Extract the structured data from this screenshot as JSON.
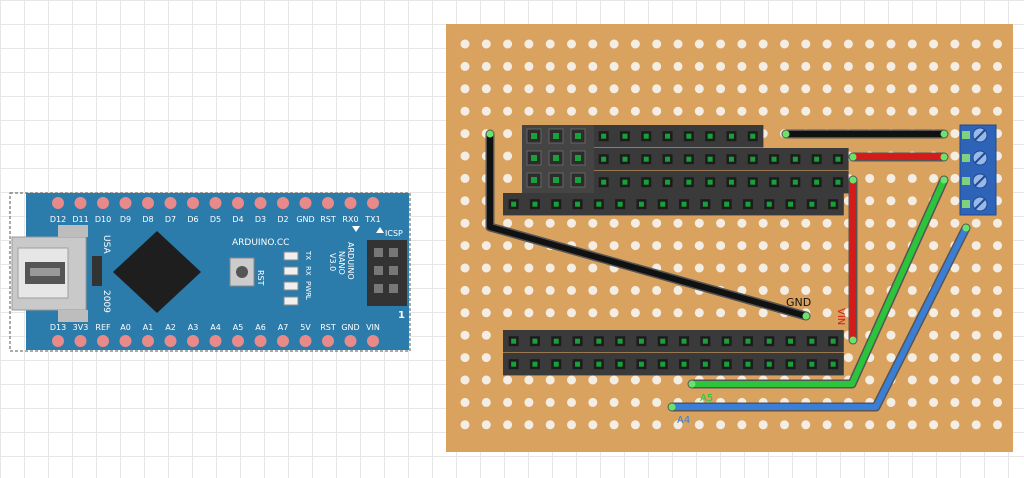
{
  "nano": {
    "top_pins": [
      "D12",
      "D11",
      "D10",
      "D9",
      "D8",
      "D7",
      "D6",
      "D5",
      "D4",
      "D3",
      "D2",
      "GND",
      "RST",
      "RX0",
      "TX1"
    ],
    "bottom_pins": [
      "D13",
      "3V3",
      "REF",
      "A0",
      "A1",
      "A2",
      "A3",
      "A4",
      "A5",
      "A6",
      "A7",
      "5V",
      "RST",
      "GND",
      "VIN"
    ],
    "usa_label": "USA",
    "year_label": "2009",
    "brand_label": "ARDUINO.CC",
    "model_label": "ARDUINO",
    "model_label_2": "NANO",
    "version_label": "V3.0",
    "rst_label": "RST",
    "led_labels": [
      "TX",
      "RX",
      "PWR",
      "L"
    ],
    "icsp_label": "ICSP",
    "pin1_label": "1",
    "colors": {
      "board": "#2b7bab",
      "pin": "#e88a8a",
      "chip": "#1e1e1e"
    }
  },
  "stripboard": {
    "colors": {
      "board": "#d9a35f",
      "hole": "#f4ede4",
      "header": "#3a3a3a",
      "terminal": "#2e63b8"
    },
    "wire_labels": {
      "gnd": "GND",
      "vin": "VIN",
      "a5": "A5",
      "a4": "A4"
    },
    "wire_colors": {
      "black": "#111111",
      "red": "#d51a1a",
      "green": "#2bc43b",
      "blue": "#3a7fd5"
    }
  }
}
